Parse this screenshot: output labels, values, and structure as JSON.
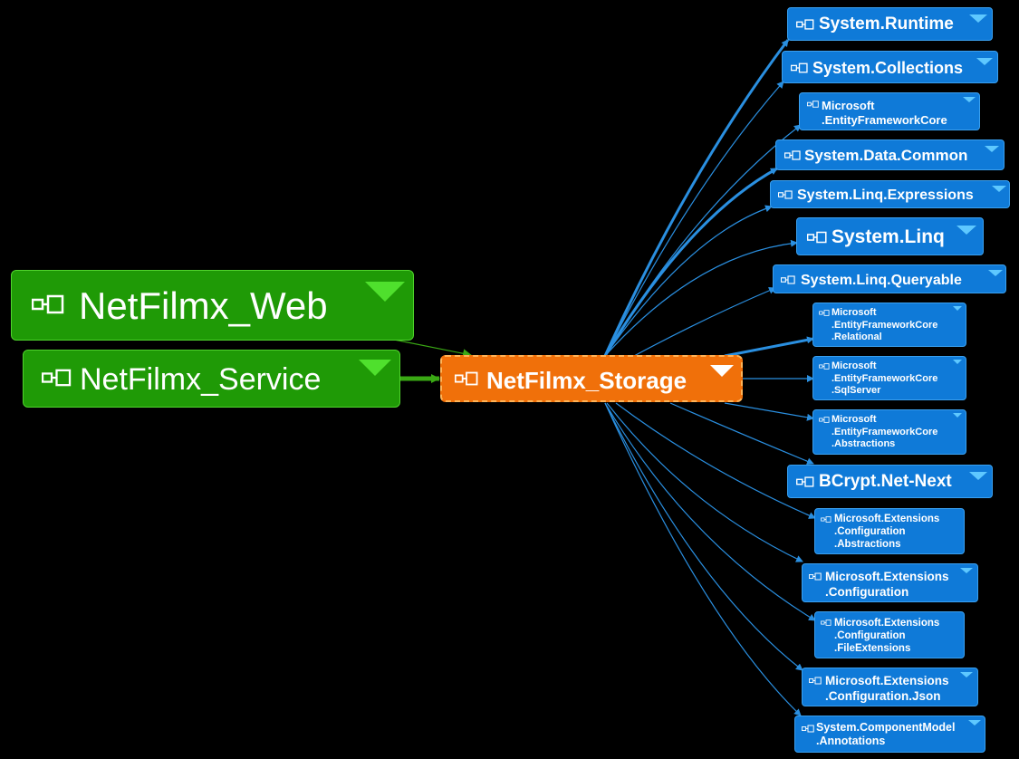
{
  "colors": {
    "background": "#000000",
    "project_node": "#1f9a06",
    "focus_node": "#f0700a",
    "package_node": "#0f7ad8",
    "edge": "#2a8fe0",
    "project_edge": "#3aa814"
  },
  "icon": "assembly-reference-icon",
  "projects": {
    "web": {
      "label": "NetFilmx_Web"
    },
    "service": {
      "label": "NetFilmx_Service"
    },
    "storage": {
      "label": "NetFilmx_Storage"
    }
  },
  "packages": {
    "system_runtime": {
      "line1": "System.Runtime"
    },
    "system_collections": {
      "line1": "System.Collections"
    },
    "efcore": {
      "line1": "Microsoft",
      "line2": ".EntityFrameworkCore"
    },
    "system_data_common": {
      "line1": "System.Data.Common"
    },
    "system_linq_expressions": {
      "line1": "System.Linq.Expressions"
    },
    "system_linq": {
      "line1": "System.Linq"
    },
    "system_linq_queryable": {
      "line1": "System.Linq.Queryable"
    },
    "efcore_relational": {
      "line1": "Microsoft",
      "line2": ".EntityFrameworkCore",
      "line3": ".Relational"
    },
    "efcore_sqlserver": {
      "line1": "Microsoft",
      "line2": ".EntityFrameworkCore",
      "line3": ".SqlServer"
    },
    "efcore_abstractions": {
      "line1": "Microsoft",
      "line2": ".EntityFrameworkCore",
      "line3": ".Abstractions"
    },
    "bcrypt": {
      "line1": "BCrypt.Net-Next"
    },
    "config_abstractions": {
      "line1": "Microsoft.Extensions",
      "line2": ".Configuration",
      "line3": ".Abstractions"
    },
    "config": {
      "line1": "Microsoft.Extensions",
      "line2": ".Configuration"
    },
    "config_fileextensions": {
      "line1": "Microsoft.Extensions",
      "line2": ".Configuration",
      "line3": ".FileExtensions"
    },
    "config_json": {
      "line1": "Microsoft.Extensions",
      "line2": ".Configuration.Json"
    },
    "componentmodel_annotations": {
      "line1": "System.ComponentModel",
      "line2": ".Annotations"
    }
  }
}
